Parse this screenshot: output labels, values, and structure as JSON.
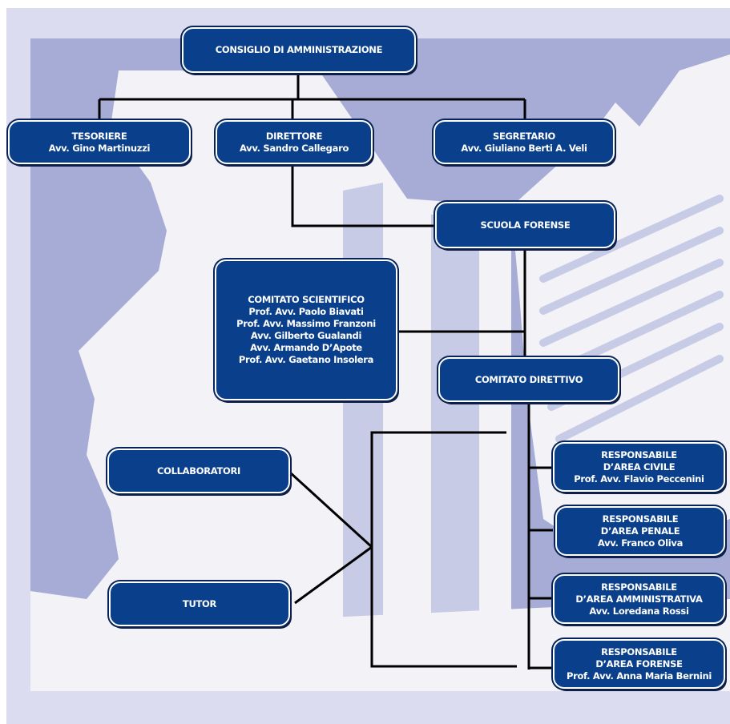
{
  "org_chart": {
    "consiglio": {
      "title": "CONSIGLIO DI AMMINISTRAZIONE"
    },
    "tesoriere": {
      "title": "TESORIERE",
      "name": "Avv. Gino Martinuzzi"
    },
    "direttore": {
      "title": "DIRETTORE",
      "name": "Avv. Sandro Callegaro"
    },
    "segretario": {
      "title": "SEGRETARIO",
      "name": "Avv. Giuliano Berti A. Veli"
    },
    "scuola": {
      "title": "SCUOLA FORENSE"
    },
    "comitato_scientifico": {
      "title": "COMITATO SCIENTIFICO",
      "members": [
        "Prof. Avv. Paolo Biavati",
        "Prof. Avv. Massimo Franzoni",
        "Avv. Gilberto Gualandi",
        "Avv. Armando D’Apote",
        "Prof. Avv. Gaetano Insolera"
      ]
    },
    "comitato_direttivo": {
      "title": "COMITATO DIRETTIVO"
    },
    "collaboratori": {
      "title": "COLLABORATORI"
    },
    "tutor": {
      "title": "TUTOR"
    },
    "responsabili": [
      {
        "line1": "RESPONSABILE",
        "line2": "D’AREA CIVILE",
        "name": "Prof. Avv. Flavio Peccenini"
      },
      {
        "line1": "RESPONSABILE",
        "line2": "D’AREA PENALE",
        "name": "Avv. Franco Oliva"
      },
      {
        "line1": "RESPONSABILE",
        "line2": "D’AREA AMMINISTRATIVA",
        "name": "Avv. Loredana Rossi"
      },
      {
        "line1": "RESPONSABILE",
        "line2": "D’AREA FORENSE",
        "name": "Prof. Avv. Anna Maria Bernini"
      }
    ]
  },
  "colors": {
    "box_fill": "#0a3f8c",
    "outer_background": "#dcdcf0",
    "panel_background": "#a6acd6",
    "silhouette": "#f2f2f7",
    "connector": "#000000"
  }
}
